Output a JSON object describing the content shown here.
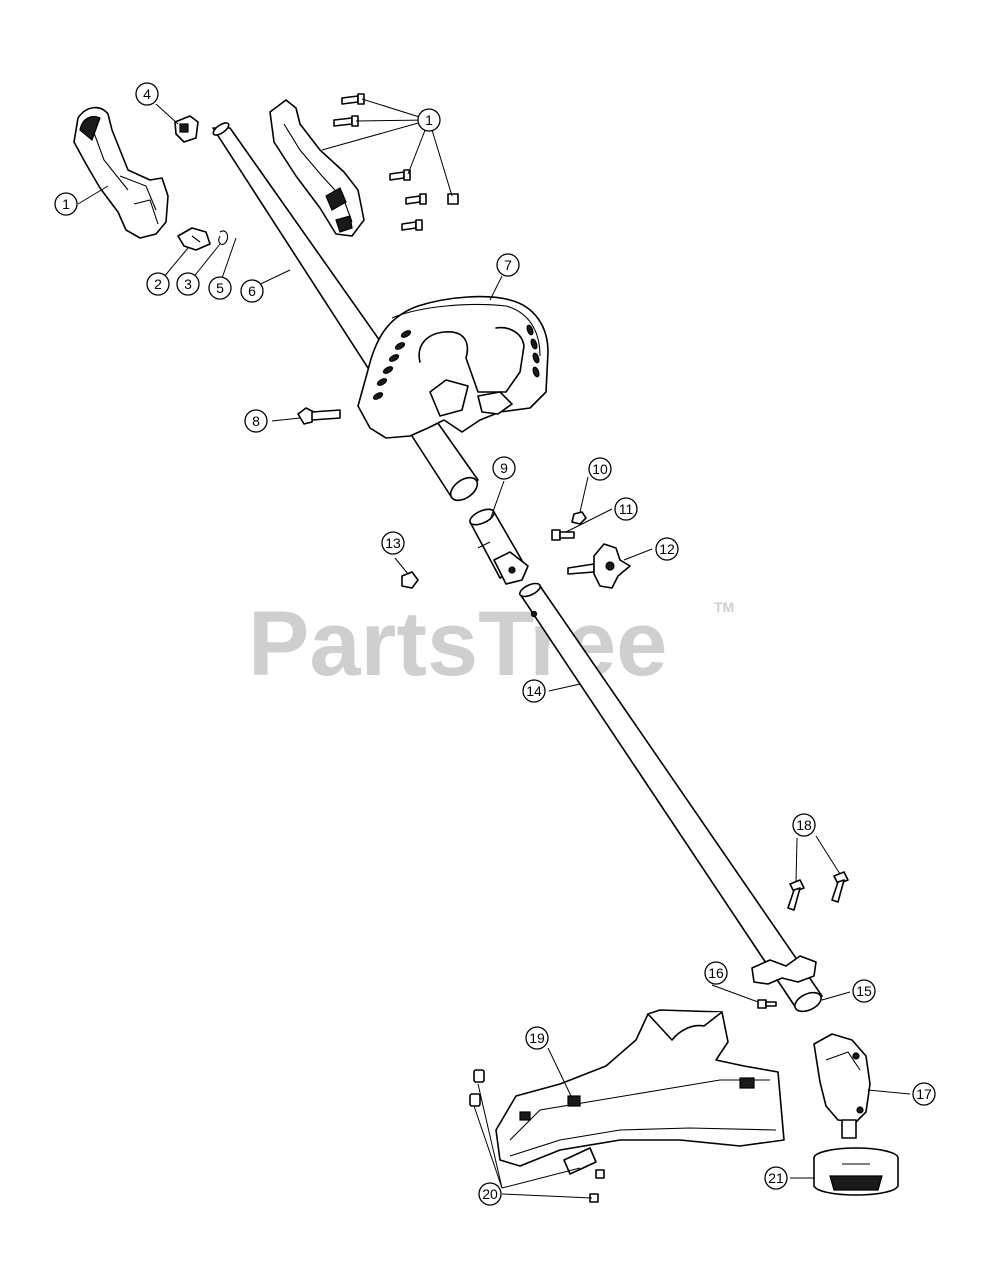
{
  "watermark": {
    "brand": "PartsTree",
    "trademark": "TM"
  },
  "callouts": [
    {
      "id": "c1a",
      "label": "1"
    },
    {
      "id": "c1b",
      "label": "1"
    },
    {
      "id": "c2",
      "label": "2"
    },
    {
      "id": "c3",
      "label": "3"
    },
    {
      "id": "c4",
      "label": "4"
    },
    {
      "id": "c5",
      "label": "5"
    },
    {
      "id": "c6",
      "label": "6"
    },
    {
      "id": "c7",
      "label": "7"
    },
    {
      "id": "c8",
      "label": "8"
    },
    {
      "id": "c9",
      "label": "9"
    },
    {
      "id": "c10",
      "label": "10"
    },
    {
      "id": "c11",
      "label": "11"
    },
    {
      "id": "c12",
      "label": "12"
    },
    {
      "id": "c13",
      "label": "13"
    },
    {
      "id": "c14",
      "label": "14"
    },
    {
      "id": "c15",
      "label": "15"
    },
    {
      "id": "c16",
      "label": "16"
    },
    {
      "id": "c17",
      "label": "17"
    },
    {
      "id": "c18",
      "label": "18"
    },
    {
      "id": "c19",
      "label": "19"
    },
    {
      "id": "c20",
      "label": "20"
    },
    {
      "id": "c21",
      "label": "21"
    }
  ]
}
